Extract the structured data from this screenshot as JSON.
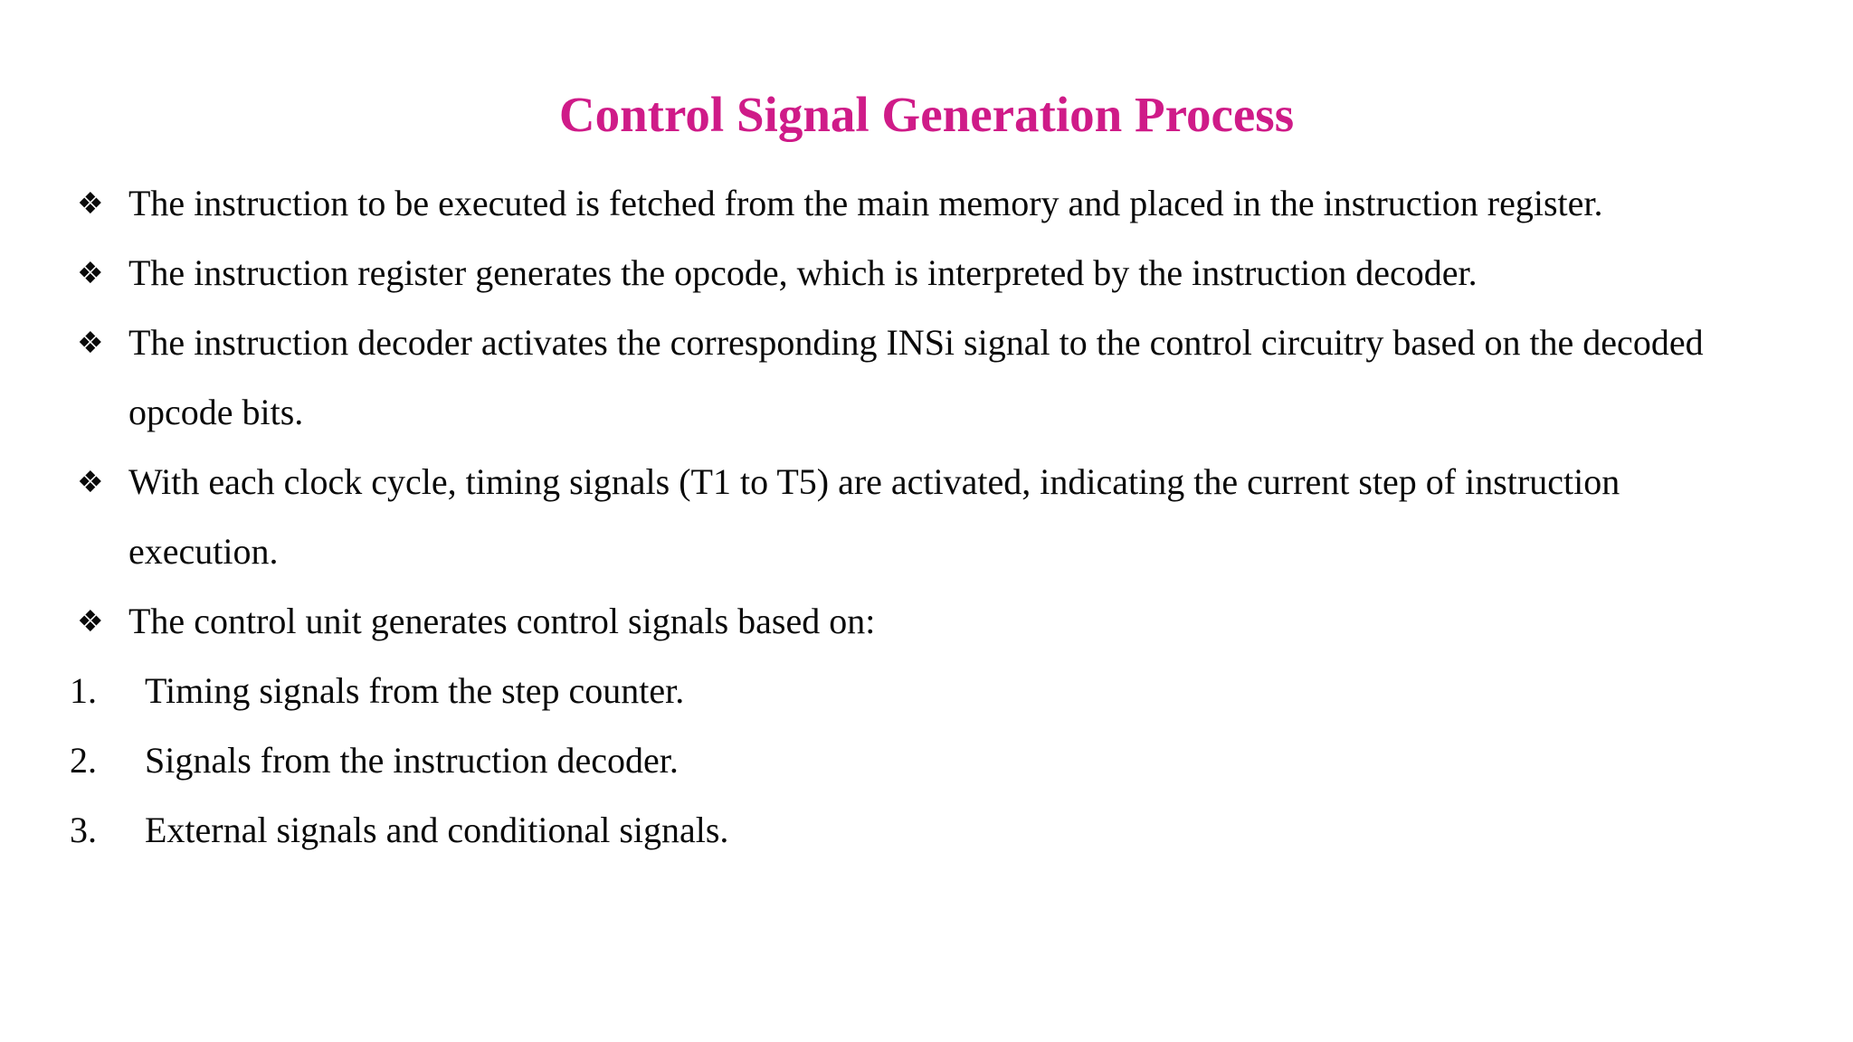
{
  "slide": {
    "title": "Control Signal Generation Process",
    "title_color": "#CF1B88",
    "bullet_char": "❖",
    "bullets": [
      "The instruction to be executed is fetched from the main memory and placed in the instruction register.",
      "The instruction register generates the opcode, which is interpreted by the instruction decoder.",
      "The instruction decoder activates the corresponding INSi signal to the control circuitry based on the decoded opcode bits.",
      "With each clock cycle, timing signals (T1 to T5) are activated, indicating the current step of instruction execution.",
      "The control unit generates control signals based on:"
    ],
    "numbered": [
      {
        "number": "1.",
        "text": "Timing signals from the step counter."
      },
      {
        "number": "2.",
        "text": "Signals from the instruction decoder."
      },
      {
        "number": "3.",
        "text": "External signals and conditional signals."
      }
    ]
  }
}
